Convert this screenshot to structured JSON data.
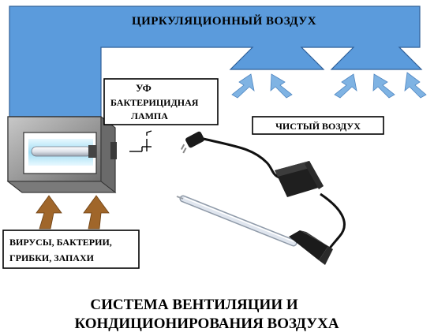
{
  "diagram": {
    "duct_label": "ЦИРКУЛЯЦИОННЫЙ ВОЗДУХ",
    "uv_label": {
      "line1": "УФ",
      "line2": "БАКТЕРИЦИДНАЯ",
      "line3": "ЛАМПА"
    },
    "clean_air_label": "ЧИСТЫЙ ВОЗДУХ",
    "contaminants_label": {
      "line1": "ВИРУСЫ, БАКТЕРИИ,",
      "line2": "ГРИБКИ, ЗАПАХИ"
    },
    "caption": {
      "line1": "СИСТЕМА ВЕНТИЛЯЦИИ И",
      "line2": "КОНДИЦИОНИРОВАНИЯ ВОЗДУХА"
    }
  },
  "colors": {
    "duct_blue": "#5b9bdc",
    "outflow_blue": "#7fb3e3",
    "inflow_brown": "#a0662a",
    "housing_gray": "#8f8f8f",
    "lamp_glow": "#bfe9f7",
    "text": "#000000"
  }
}
